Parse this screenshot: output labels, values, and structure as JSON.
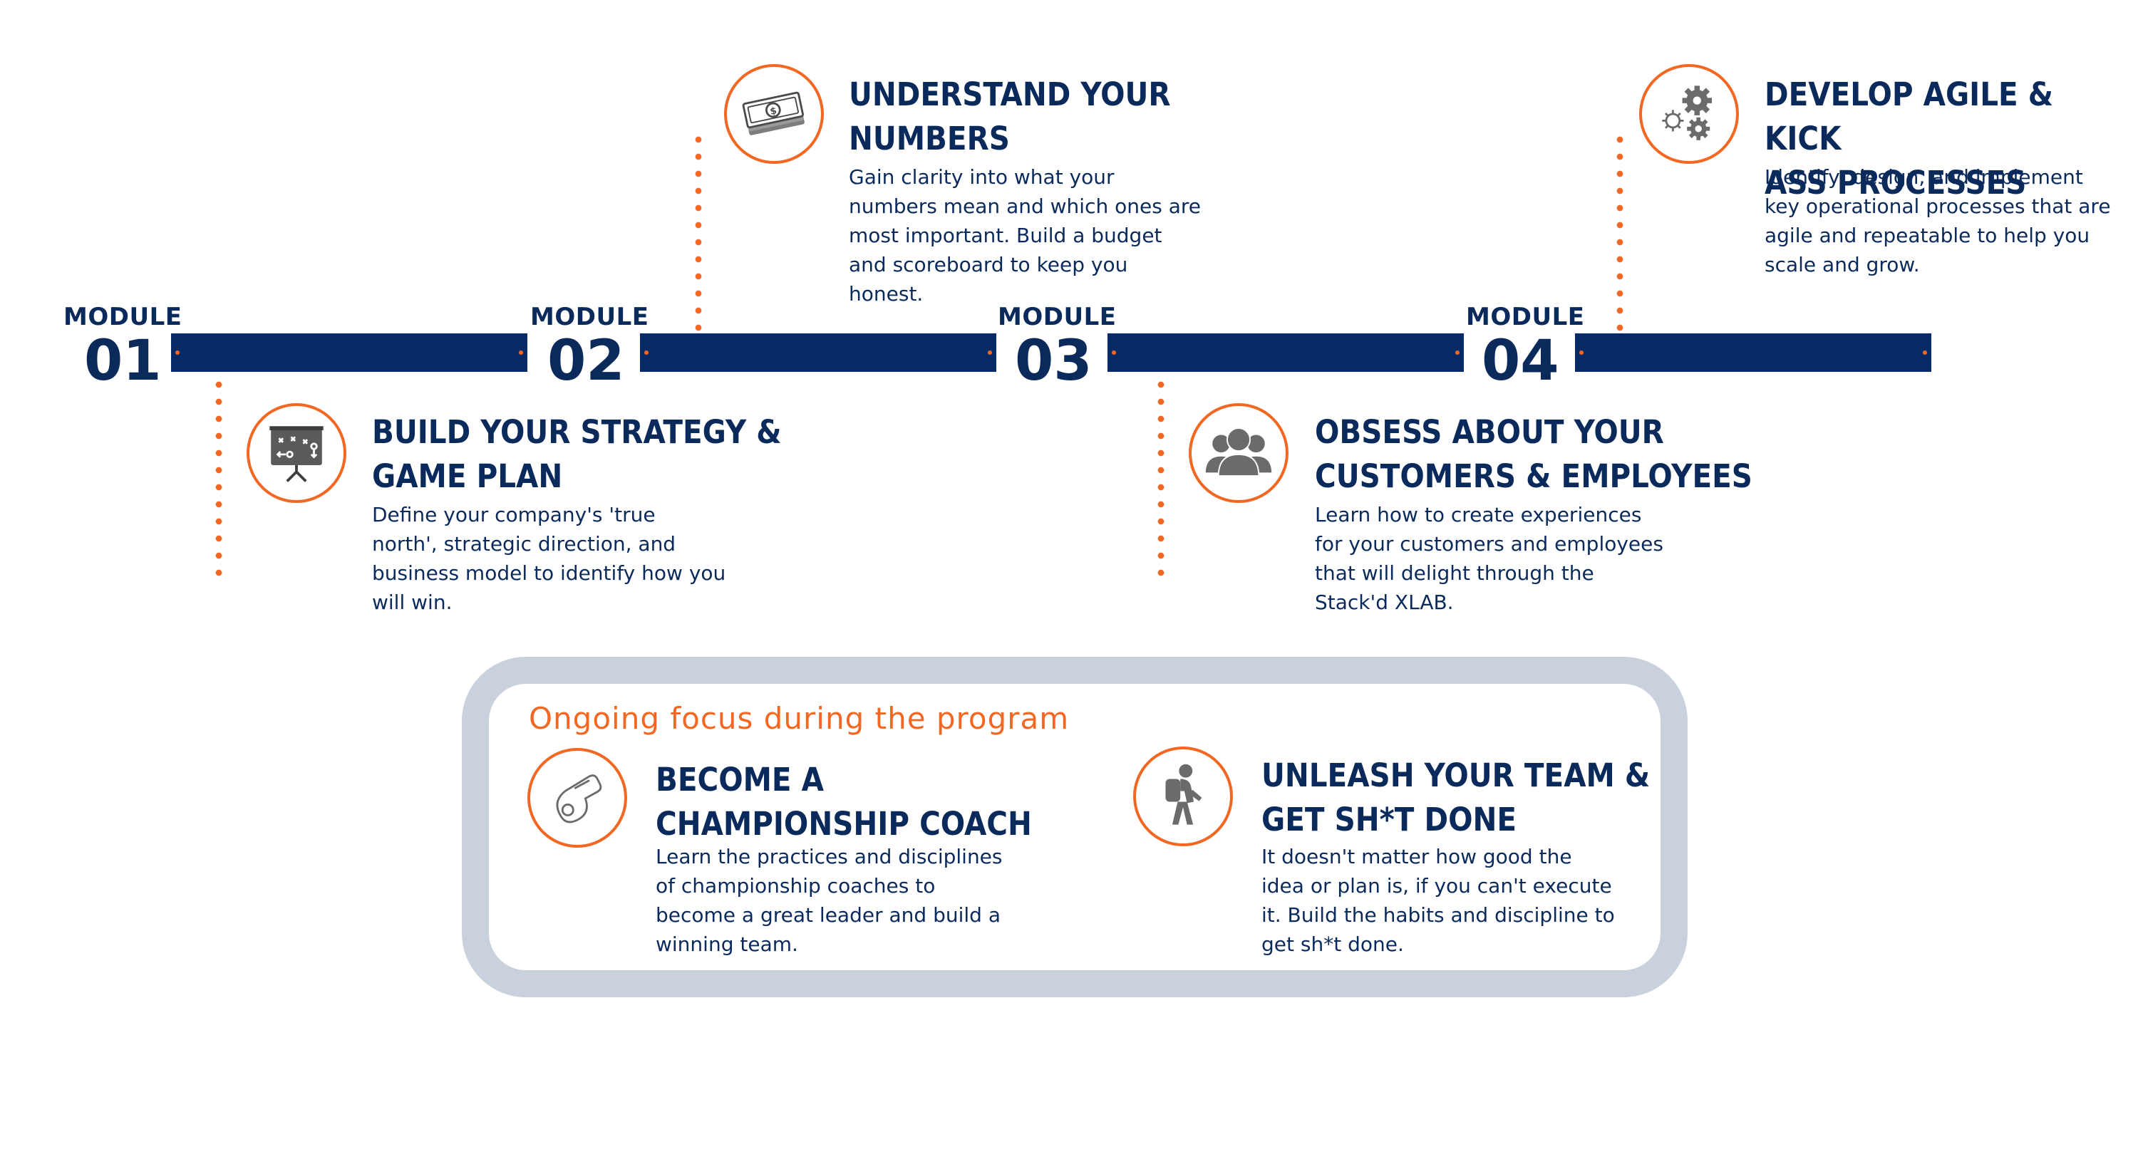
{
  "modules": [
    {
      "label": "MODULE",
      "number": "01",
      "title_1": "BUILD YOUR STRATEGY &",
      "title_2": "GAME PLAN",
      "desc": [
        "Define your company's 'true",
        "north', strategic direction, and",
        "business model to identify how you",
        "will win."
      ]
    },
    {
      "label": "MODULE",
      "number": "02",
      "title_1": "UNDERSTAND YOUR",
      "title_2": "NUMBERS",
      "desc": [
        "Gain clarity into what your",
        "numbers mean and which ones are",
        "most important. Build a budget",
        "and  scoreboard to keep you",
        "honest."
      ]
    },
    {
      "label": "MODULE",
      "number": "03",
      "title_1": "OBSESS ABOUT YOUR",
      "title_2": "CUSTOMERS & EMPLOYEES",
      "desc": [
        "Learn how to create experiences",
        "for your customers and employees",
        "that will delight through the",
        "Stack'd XLAB."
      ]
    },
    {
      "label": "MODULE",
      "number": "04",
      "title_1": "DEVELOP AGILE & KICK",
      "title_2": "ASS PROCESSES",
      "desc": [
        "Identify, design, and implement",
        "key operational processes that are",
        "agile and repeatable to help you",
        "scale and grow."
      ]
    }
  ],
  "ongoing": {
    "heading": "Ongoing focus during the program",
    "items": [
      {
        "title_1": "BECOME A",
        "title_2": "CHAMPIONSHIP COACH",
        "desc": [
          "Learn the practices and disciplines",
          "of championship coaches to",
          "become a great leader and build a",
          "winning team."
        ]
      },
      {
        "title_1": "UNLEASH YOUR TEAM &",
        "title_2": "GET SH*T DONE",
        "desc": [
          "It doesn't matter how good the",
          "idea or plan is, if you can't execute",
          "it. Build the habits and discipline to",
          "get sh*t done."
        ]
      }
    ]
  },
  "colors": {
    "navy": "#052a66",
    "text": "#0b2a5c",
    "accent": "#f26722",
    "frame": "#c9d1dd",
    "icon_gray": "#6b6b6b"
  },
  "icons": [
    "strategy-board-icon",
    "money-stack-icon",
    "people-group-icon",
    "gears-icon",
    "whistle-icon",
    "backpack-hiker-icon"
  ]
}
